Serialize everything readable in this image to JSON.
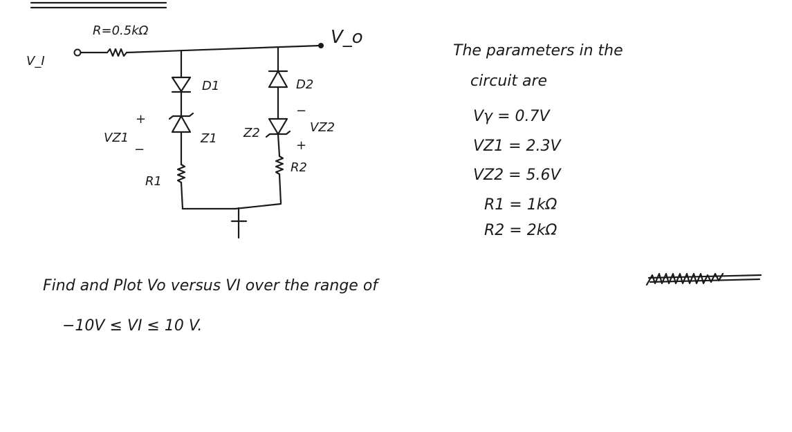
{
  "circuit": {
    "input_label": "V_I",
    "resistor_label": "R=0.5kΩ",
    "output_label": "V_o",
    "d1_label": "D1",
    "d2_label": "D2",
    "z1_label": "Z1",
    "z2_label": "Z2",
    "vz1_label": "VZ1",
    "vz2_label": "VZ2",
    "r1_label": "R1",
    "r2_label": "R2",
    "plus": "+",
    "minus": "−"
  },
  "parameters": {
    "heading_line1": "The parameters in the",
    "heading_line2": "circuit are",
    "items": [
      "Vγ = 0.7V",
      "VZ1 = 2.3V",
      "VZ2 = 5.6V",
      "R1 = 1kΩ",
      "R2 = 2kΩ"
    ]
  },
  "task": {
    "line1": "Find and Plot  Vo versus  VI  over the range of",
    "line2": "−10V ≤ VI ≤ 10 V."
  }
}
